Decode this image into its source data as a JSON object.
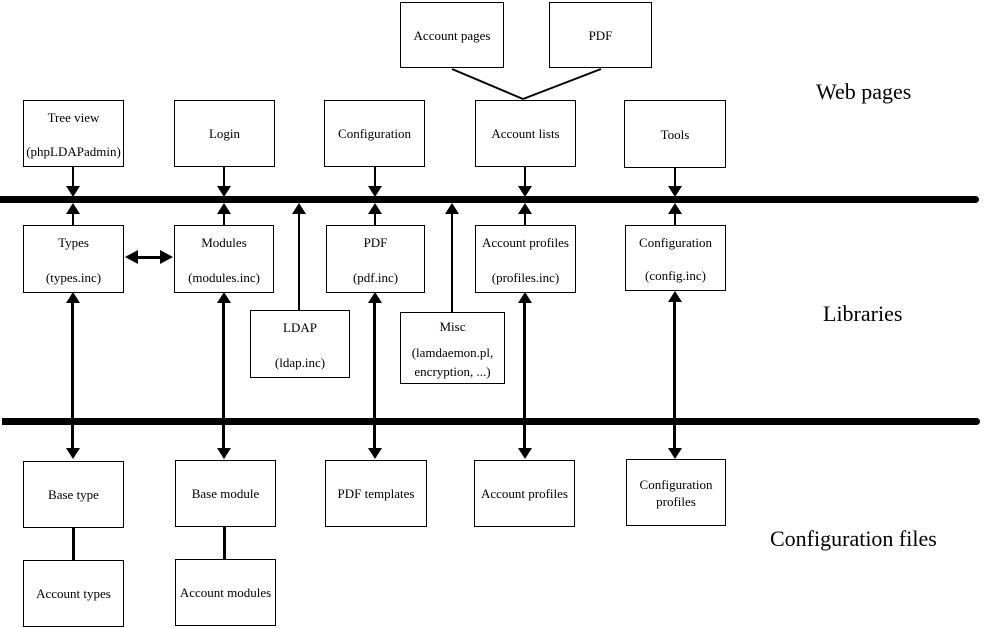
{
  "diagram": {
    "section_labels": {
      "web_pages": "Web pages",
      "libraries": "Libraries",
      "configuration_files": "Configuration files"
    },
    "nodes": {
      "account_pages": {
        "label": "Account pages"
      },
      "pdf_page": {
        "label": "PDF"
      },
      "tree_view": {
        "label": "Tree view",
        "sublabel": "(phpLDAPadmin)"
      },
      "login": {
        "label": "Login"
      },
      "configuration_page": {
        "label": "Configuration"
      },
      "account_lists": {
        "label": "Account lists"
      },
      "tools": {
        "label": "Tools"
      },
      "types": {
        "label": "Types",
        "sublabel": "(types.inc)"
      },
      "modules": {
        "label": "Modules",
        "sublabel": "(modules.inc)"
      },
      "pdf_lib": {
        "label": "PDF",
        "sublabel": "(pdf.inc)"
      },
      "account_profiles_lib": {
        "label": "Account profiles",
        "sublabel": "(profiles.inc)"
      },
      "configuration_lib": {
        "label": "Configuration",
        "sublabel": "(config.inc)"
      },
      "ldap": {
        "label": "LDAP",
        "sublabel": "(ldap.inc)"
      },
      "misc": {
        "label": "Misc",
        "sublabel_line1": "(lamdaemon.pl,",
        "sublabel_line2": "encryption, ...)"
      },
      "base_type": {
        "label": "Base type"
      },
      "base_module": {
        "label": "Base module"
      },
      "pdf_templates": {
        "label": "PDF templates"
      },
      "account_profiles_cfg": {
        "label": "Account profiles"
      },
      "configuration_profiles": {
        "label": "Configuration",
        "sublabel": "profiles"
      },
      "account_types": {
        "label": "Account types"
      },
      "account_modules": {
        "label": "Account modules"
      }
    },
    "edges": [
      {
        "from": "account_pages",
        "to": "account_lists",
        "style": "plain-line"
      },
      {
        "from": "pdf_page",
        "to": "account_lists",
        "style": "plain-line"
      },
      {
        "from": "tree_view",
        "to": "web-lib-bus",
        "bidirectional": true
      },
      {
        "from": "login",
        "to": "web-lib-bus",
        "bidirectional": true
      },
      {
        "from": "configuration_page",
        "to": "web-lib-bus",
        "bidirectional": true
      },
      {
        "from": "account_lists",
        "to": "web-lib-bus",
        "bidirectional": true
      },
      {
        "from": "tools",
        "to": "web-lib-bus",
        "bidirectional": true
      },
      {
        "from": "ldap",
        "to": "web-lib-bus",
        "arrow": "to-bus"
      },
      {
        "from": "misc",
        "to": "web-lib-bus",
        "arrow": "to-bus"
      },
      {
        "from": "types",
        "to": "modules",
        "bidirectional": true
      },
      {
        "from": "types",
        "to": "base_type",
        "bidirectional": true
      },
      {
        "from": "modules",
        "to": "base_module",
        "bidirectional": true
      },
      {
        "from": "pdf_lib",
        "to": "pdf_templates",
        "bidirectional": true
      },
      {
        "from": "account_profiles_lib",
        "to": "account_profiles_cfg",
        "bidirectional": true
      },
      {
        "from": "configuration_lib",
        "to": "configuration_profiles",
        "bidirectional": true
      },
      {
        "from": "base_type",
        "to": "account_types",
        "style": "plain-line"
      },
      {
        "from": "base_module",
        "to": "account_modules",
        "style": "plain-line"
      }
    ],
    "colors": {
      "foreground": "#000000",
      "background": "#ffffff"
    }
  }
}
